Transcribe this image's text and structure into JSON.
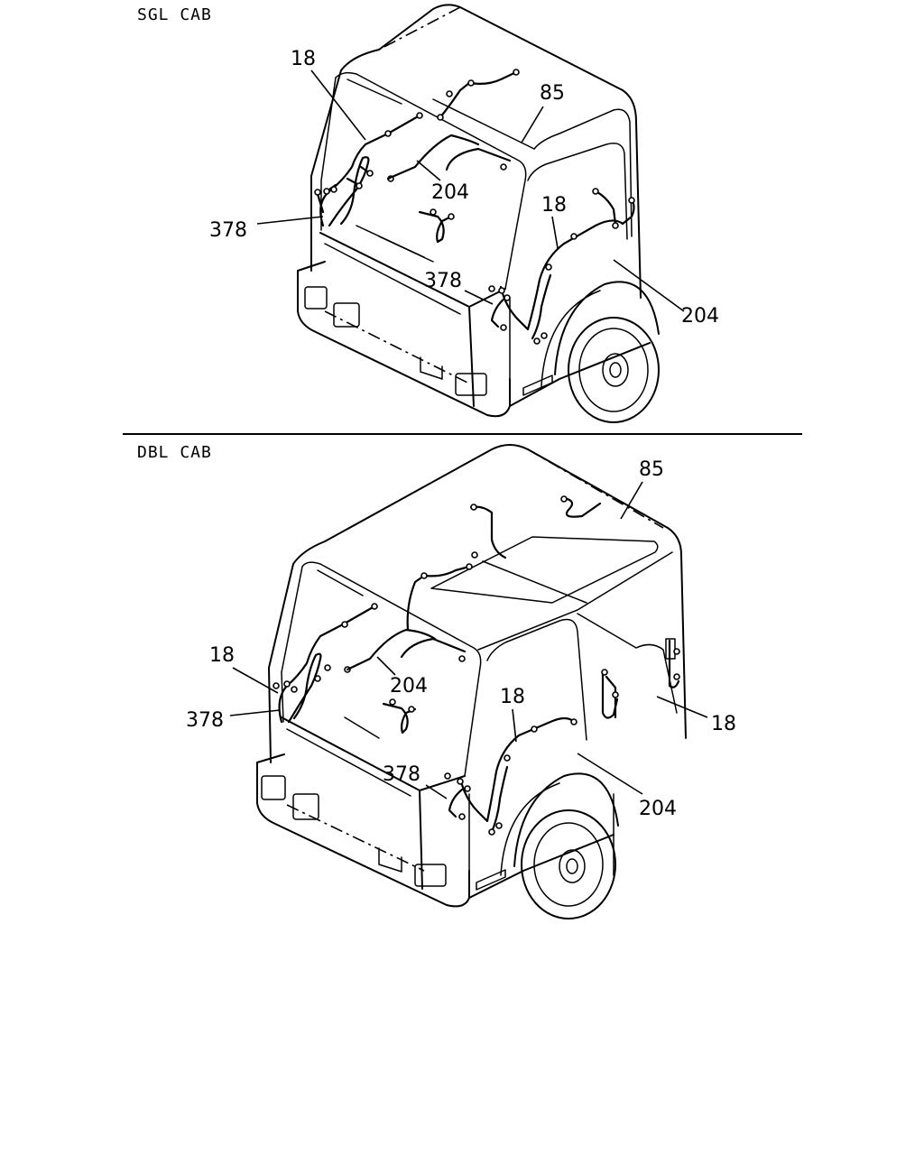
{
  "sections": [
    {
      "title": "SGL CAB",
      "callouts": [
        "18",
        "85",
        "204",
        "378",
        "18",
        "378",
        "204"
      ]
    },
    {
      "title": "DBL CAB",
      "callouts": [
        "85",
        "18",
        "204",
        "378",
        "18",
        "378",
        "18",
        "204"
      ]
    }
  ]
}
